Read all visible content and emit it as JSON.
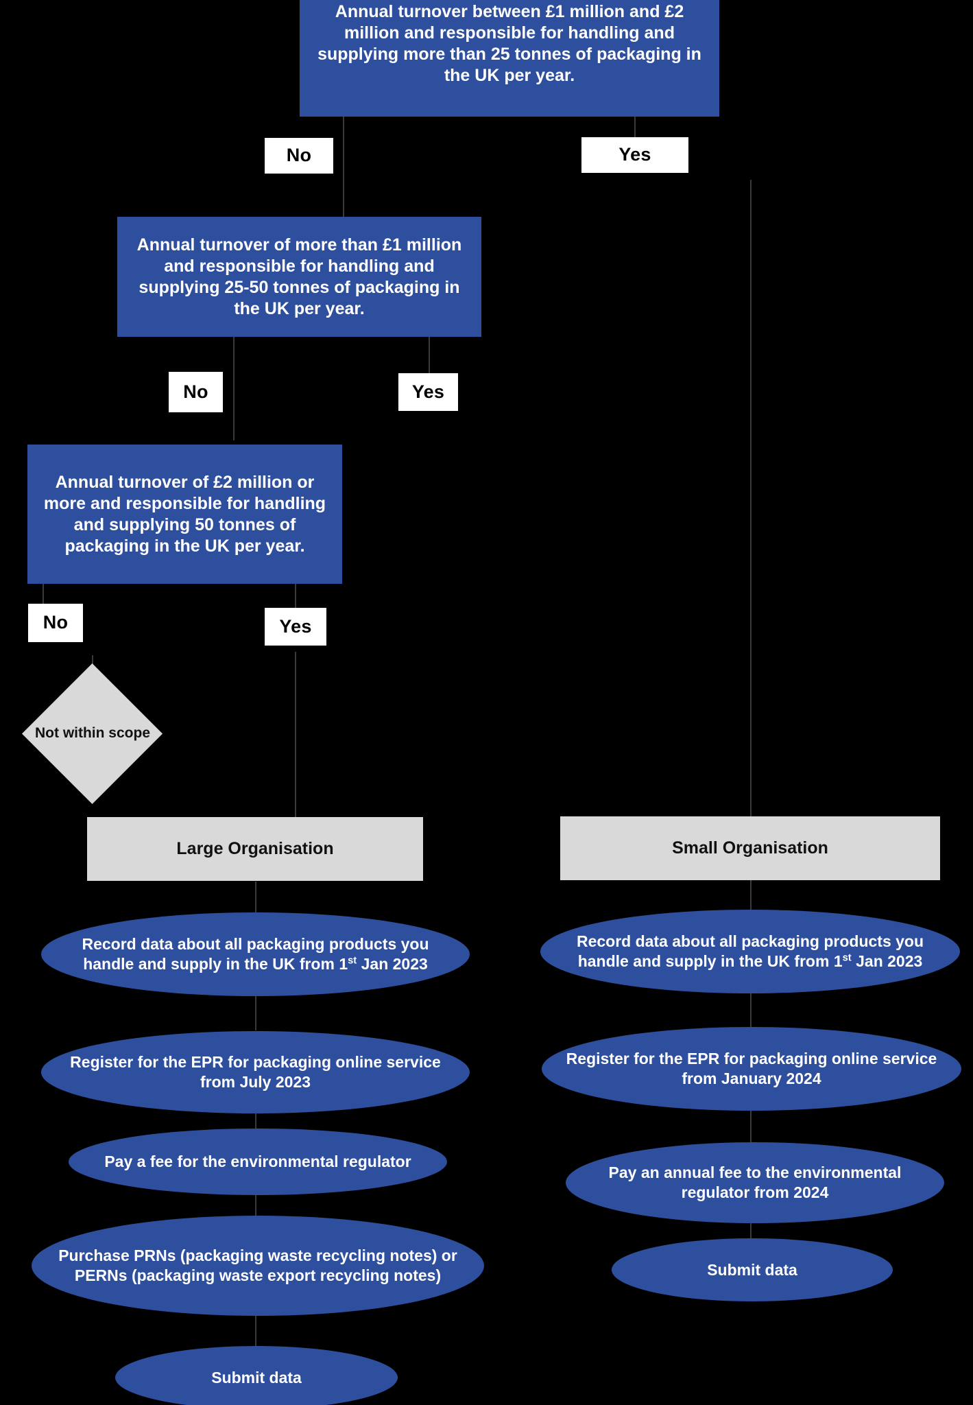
{
  "diagram": {
    "title": "UK Extended Producer Responsibility (EPR) for packaging scope decision flowchart",
    "colors": {
      "background": "#000000",
      "decision_fill": "#2E4F9E",
      "action_fill": "#2E4F9E",
      "neutral_fill": "#D9D9D9",
      "label_fill": "#FFFFFF",
      "text_on_blue": "#FFFFFF",
      "text_on_grey": "#111111",
      "connector": "#3A3A3A"
    },
    "decisions": [
      {
        "id": "d1",
        "text": "Annual turnover between £1 million and £2 million and responsible for handling and supplying more than 25 tonnes of packaging in the UK per year.",
        "no_label": "No",
        "yes_label": "Yes"
      },
      {
        "id": "d2",
        "text": "Annual turnover of more than £1 million and responsible for handling and supplying 25-50 tonnes of packaging in the UK per year.",
        "no_label": "No",
        "yes_label": "Yes"
      },
      {
        "id": "d3",
        "text": "Annual turnover of £2 million or more and responsible for handling and supplying 50 tonnes of packaging in the UK per year.",
        "no_label": "No",
        "yes_label": "Yes"
      }
    ],
    "terminator": {
      "id": "not-within-scope",
      "text": "Not within scope",
      "shape": "diamond"
    },
    "columns": [
      {
        "id": "large-organisation",
        "header": "Large Organisation",
        "steps": [
          {
            "id": "lg-record-data",
            "text_before": "Record data about all packaging products you handle and supply in the UK from 1",
            "sup": "st",
            "text_after": " Jan 2023"
          },
          {
            "id": "lg-register",
            "text": "Register for the EPR for packaging online service from July 2023"
          },
          {
            "id": "lg-pay-fee",
            "text": "Pay a fee for the environmental regulator"
          },
          {
            "id": "lg-purchase-prn",
            "text": "Purchase PRNs (packaging waste recycling notes) or PERNs (packaging waste export recycling notes)"
          },
          {
            "id": "lg-submit-data",
            "text": "Submit data"
          }
        ]
      },
      {
        "id": "small-organisation",
        "header": "Small Organisation",
        "steps": [
          {
            "id": "sm-record-data",
            "text_before": "Record data about all packaging products you handle and supply in the UK from 1",
            "sup": "st",
            "text_after": " Jan 2023"
          },
          {
            "id": "sm-register",
            "text": "Register for the EPR for packaging online service from January 2024"
          },
          {
            "id": "sm-pay-fee",
            "text": "Pay an annual fee to the environmental regulator from 2024"
          },
          {
            "id": "sm-submit-data",
            "text": "Submit data"
          }
        ]
      }
    ]
  }
}
